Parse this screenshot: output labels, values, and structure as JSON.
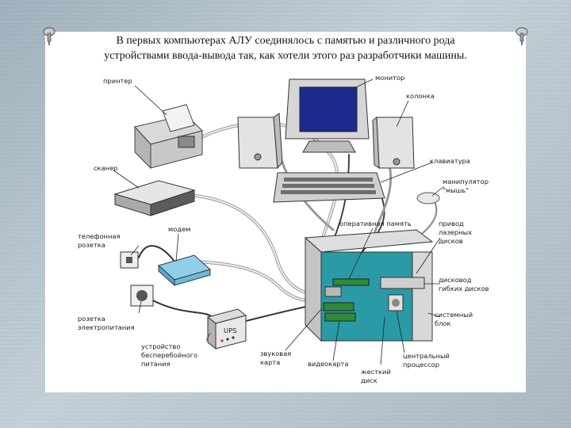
{
  "caption": {
    "line1": "В первых компьютерах АЛУ соединялось с памятью и различного рода",
    "line2": "устройствами ввода-вывода так, как хотели этого раз разработчики машины."
  },
  "labels": {
    "printer": "принтер",
    "monitor": "монитор",
    "speaker": "колонка",
    "keyboard": "клавиатура",
    "mouse_line1": "манипулятор",
    "mouse_line2": "\"мышь\"",
    "scanner": "сканер",
    "phone_line1": "телефонная",
    "phone_line2": "розетка",
    "modem": "модем",
    "ram": "оперативная память",
    "cd_line1": "привод",
    "cd_line2": "лазерных",
    "cd_line3": "дисков",
    "floppy_line1": "дисковод",
    "floppy_line2": "гибких дисков",
    "power_line1": "розетка",
    "power_line2": "электропитания",
    "sysunit_line1": "системный",
    "sysunit_line2": "блок",
    "ups_line1": "устройство",
    "ups_line2": "бесперебойного",
    "ups_line3": "питания",
    "ups_badge": "UPS",
    "sound_line1": "звуковая",
    "sound_line2": "карта",
    "video": "видеокарта",
    "hdd_line1": "жесткий",
    "hdd_line2": "диск",
    "cpu_line1": "центральный",
    "cpu_line2": "процессор"
  },
  "colors": {
    "monitor_screen": "#1c2a8c",
    "motherboard": "#2a9aa6",
    "modem": "#8fd0e8",
    "board_green": "#2f8a3a"
  },
  "icons": {
    "pin": "pushpin-icon"
  }
}
